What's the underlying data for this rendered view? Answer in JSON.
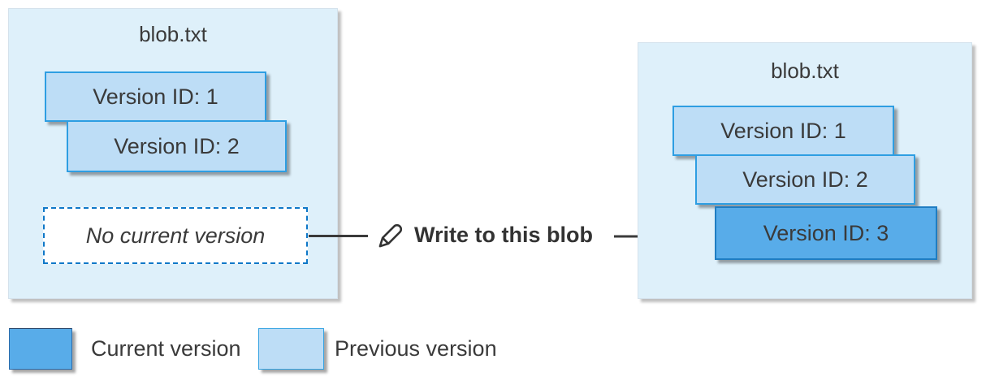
{
  "left_blob": {
    "title": "blob.txt",
    "versions": [
      {
        "label": "Version ID: 1",
        "state": "previous"
      },
      {
        "label": "Version ID: 2",
        "state": "previous"
      }
    ],
    "placeholder": "No current version"
  },
  "action": {
    "label": "Write to this blob",
    "icon": "pencil-icon"
  },
  "right_blob": {
    "title": "blob.txt",
    "versions": [
      {
        "label": "Version ID: 1",
        "state": "previous"
      },
      {
        "label": "Version ID: 2",
        "state": "previous"
      },
      {
        "label": "Version ID: 3",
        "state": "current"
      }
    ]
  },
  "legend": {
    "items": [
      {
        "label": "Current version",
        "color": "#58ace9"
      },
      {
        "label": "Previous version",
        "color": "#bdddf6"
      }
    ]
  },
  "colors": {
    "container_background": "#def0fa",
    "previous_version_fill": "#bdddf6",
    "previous_version_border": "#2e9ee2",
    "current_version_fill": "#58ace9",
    "current_version_border": "#1f7dc2",
    "dashed_border": "#0f78c8",
    "arrow": "#3a3a3a",
    "text": "#3a3a3a"
  }
}
